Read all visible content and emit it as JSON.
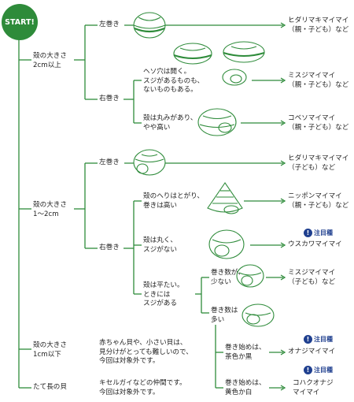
{
  "start_label": "START!",
  "level1": {
    "size_over_2cm": [
      "殻の大きさ",
      "2cm以上"
    ],
    "size_1_2cm": [
      "殻の大きさ",
      "1〜2cm"
    ],
    "size_under_1cm": [
      "殻の大きさ",
      "1cm以下"
    ],
    "tall_shell": "たて長の貝"
  },
  "branch_a": {
    "left_coil": "左巻き",
    "right_coil": "右巻き",
    "cond_navel": [
      "ヘソ穴は開く。",
      "スジがあるものも、",
      "ないものもある。"
    ],
    "cond_round": [
      "殻は丸みがあり、",
      "やや高い"
    ],
    "result_left": [
      "ヒダリマキマイマイ",
      "（親・子ども）など"
    ],
    "result_navel": [
      "ミスジマイマイ",
      "（親・子ども）など"
    ],
    "result_round": [
      "コベソマイマイ",
      "（親・子ども）など"
    ]
  },
  "branch_b": {
    "left_coil": "左巻き",
    "right_coil": "右巻き",
    "cond_pointed": [
      "殻のへりはとがり、",
      "巻きは高い"
    ],
    "cond_round_nostripe": [
      "殻は丸く、",
      "スジがない"
    ],
    "cond_flat": [
      "殻は平たい。",
      "ときには",
      "スジがある"
    ],
    "cond_few_turns": [
      "巻き数が、",
      "少ない"
    ],
    "cond_many_turns": [
      "巻き数は",
      "多い"
    ],
    "cond_start_brown": [
      "巻き始めは、",
      "茶色か黒"
    ],
    "cond_start_yellow": [
      "巻き始めは、",
      "黄色か白"
    ],
    "result_left": [
      "ヒダリマキマイマイ",
      "（子ども）など"
    ],
    "result_pointed": [
      "ニッポンマイマイ",
      "（親・子ども）など"
    ],
    "result_round": "ウスカワマイマイ",
    "result_few": [
      "ミスジマイマイ",
      "（子ども）など"
    ],
    "result_brown": "オナジマイマイ",
    "result_yellow": [
      "コハクオナジ",
      "マイマイ"
    ],
    "notice": "注目種"
  },
  "branch_c": {
    "note": [
      "赤ちゃん貝や、小さい貝は、",
      "見分けがとっても難しいので、",
      "今回は対象外です。"
    ]
  },
  "branch_d": {
    "note": [
      "キセルガイなどの仲間です。",
      "今回は対象外です。"
    ]
  },
  "colors": {
    "line": "#2e8b3a",
    "start_bg": "#2e8b3a",
    "badge": "#1f3f8f",
    "shell_stroke": "#2e8b3a"
  }
}
